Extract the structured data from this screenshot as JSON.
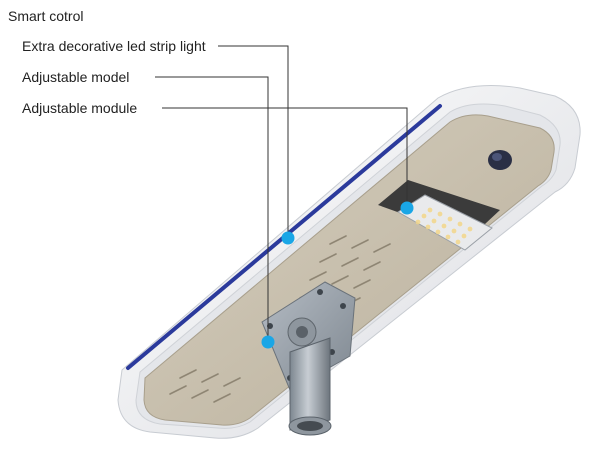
{
  "labels": {
    "smart_control": "Smart cotrol",
    "decorative_strip": "Extra decorative led strip light",
    "adjustable_model": "Adjustable model",
    "adjustable_module": "Adjustable module"
  },
  "colors": {
    "callout_dot": "#1aa6e6",
    "strip_blue": "#2b3a9c",
    "housing_white": "#f2f3f5",
    "panel_beige": "#c9c0ae",
    "callout_line": "#333333"
  }
}
